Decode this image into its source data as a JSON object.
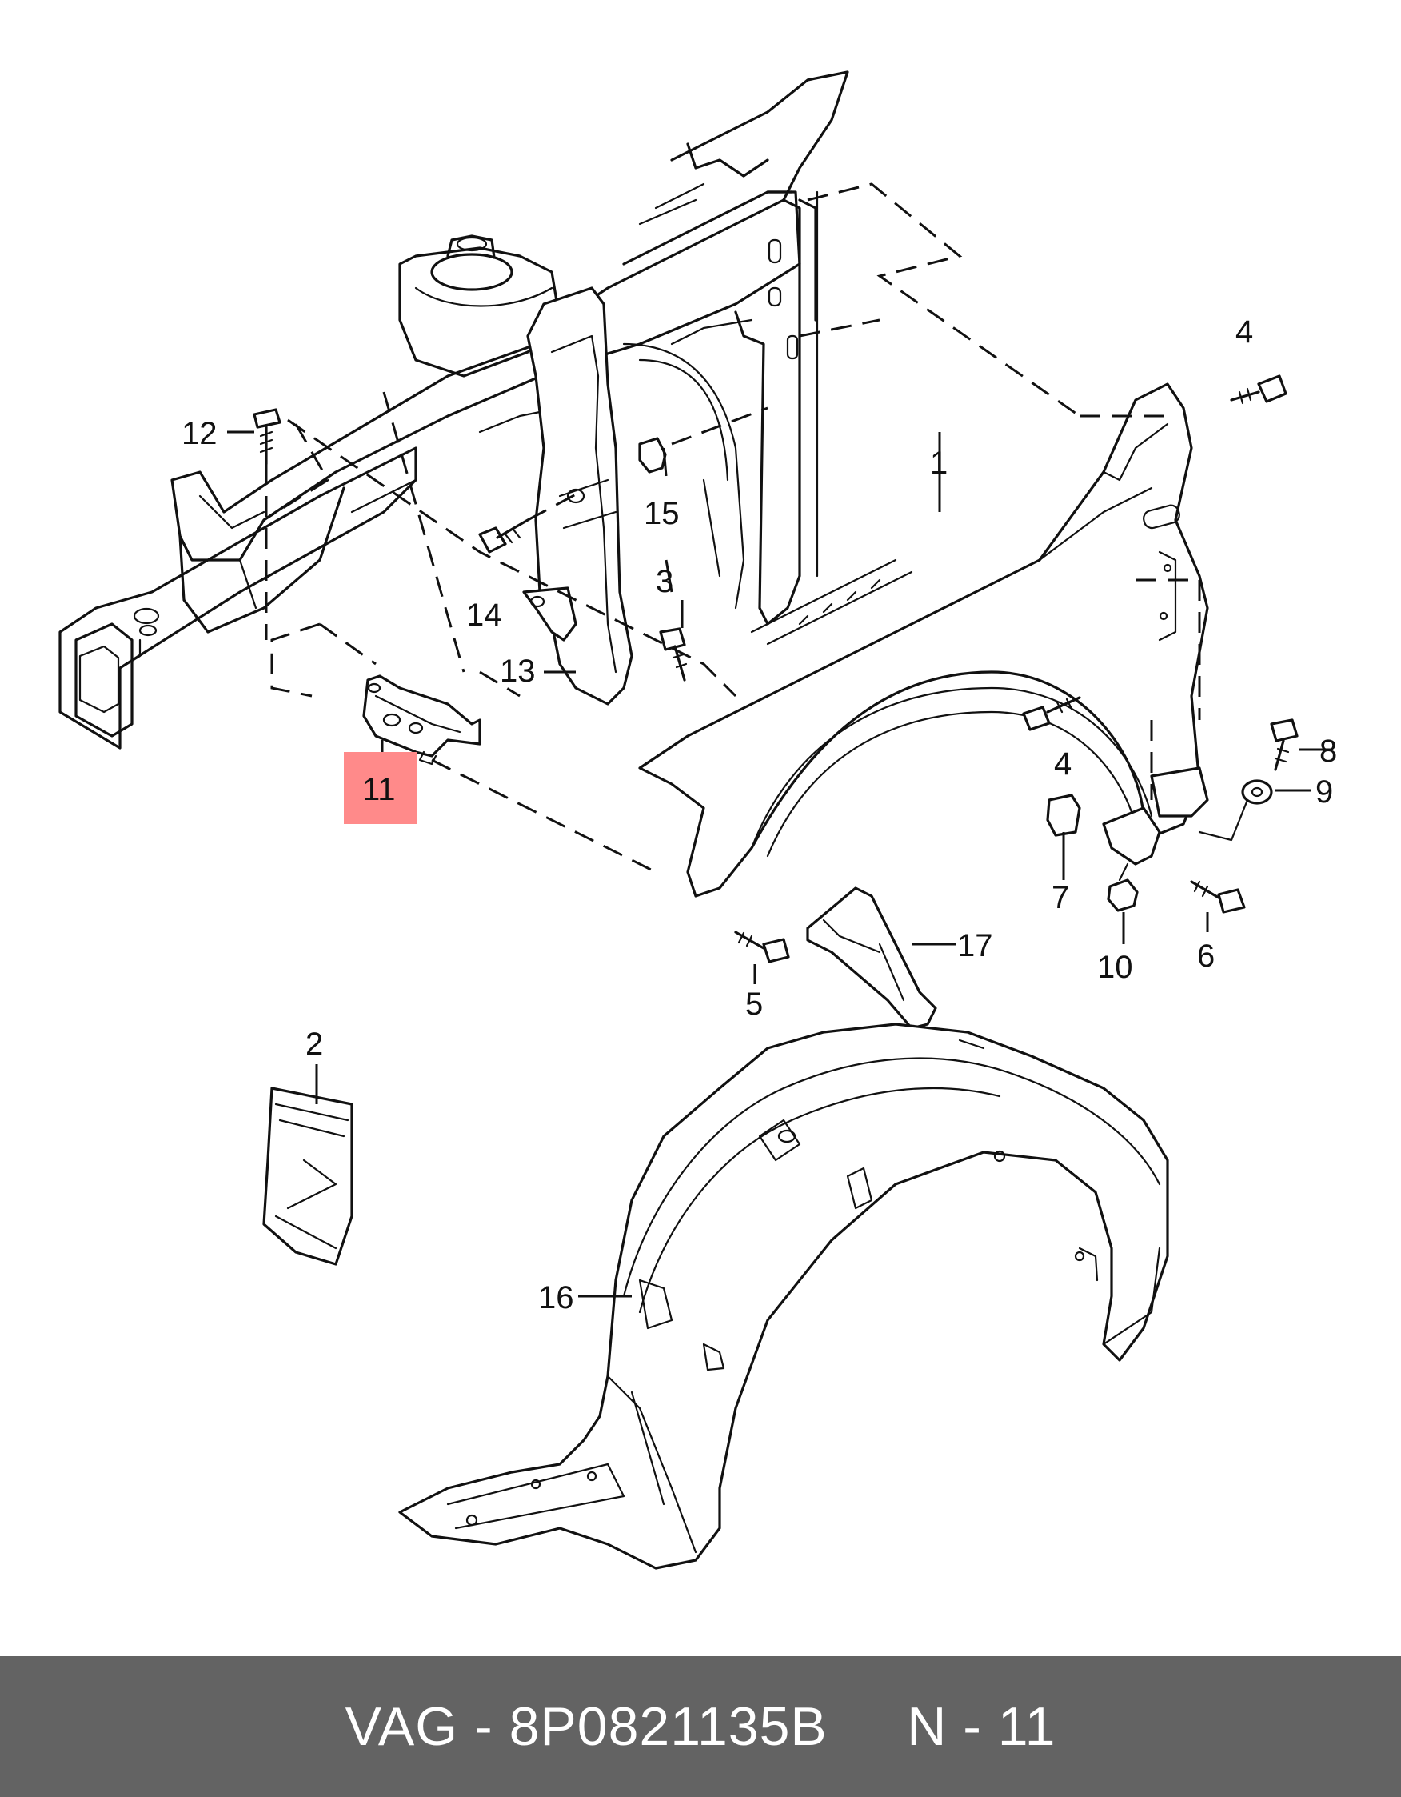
{
  "callouts": {
    "c1": "1",
    "c2": "2",
    "c3": "3",
    "c4a": "4",
    "c4b": "4",
    "c5": "5",
    "c6": "6",
    "c7": "7",
    "c8": "8",
    "c9": "9",
    "c10": "10",
    "c11": "11",
    "c12": "12",
    "c13": "13",
    "c14": "14",
    "c15": "15",
    "c16": "16",
    "c17": "17"
  },
  "highlighted_callout": "11",
  "colors": {
    "highlight": "#ff8a8a",
    "footer_bg": "#636363",
    "footer_text": "#ffffff",
    "line": "#111111"
  },
  "footer": {
    "label": "VAG - 8P0821135B     N - 11"
  }
}
